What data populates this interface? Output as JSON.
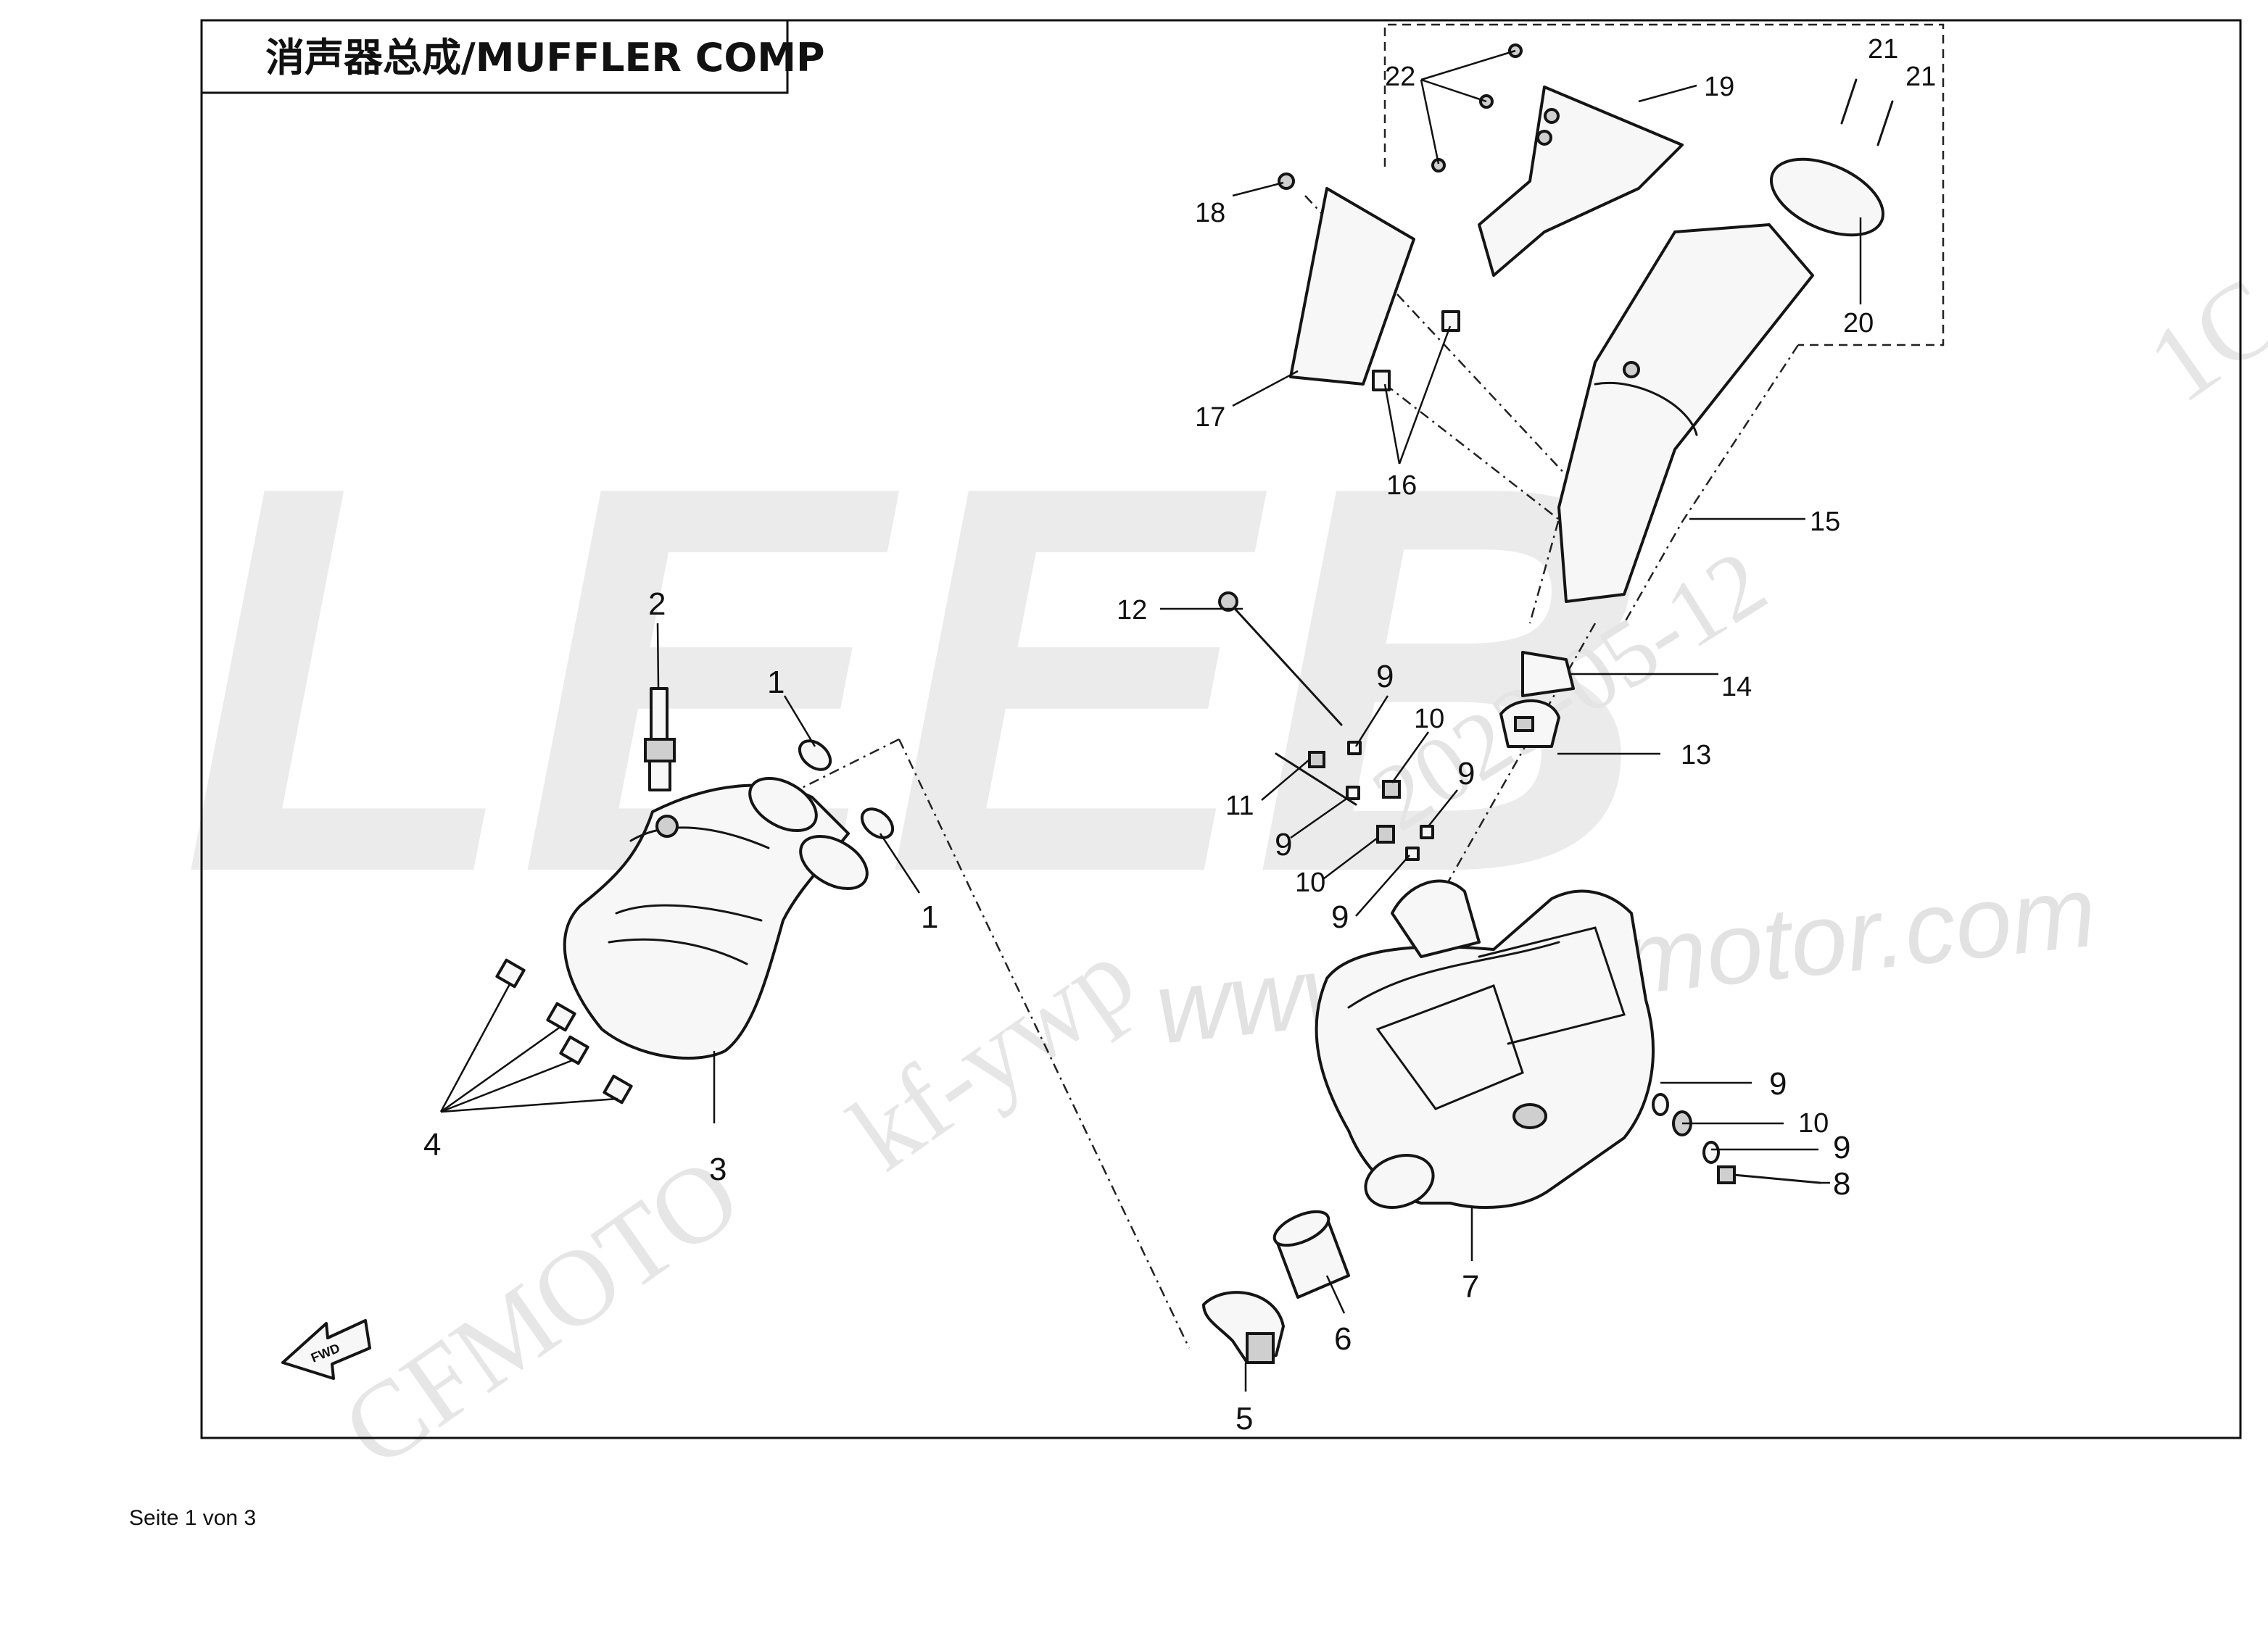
{
  "title": "消声器总成/MUFFLER COMP",
  "watermarks": {
    "brand_logo": "LEEB",
    "maker": "CFMOTO",
    "code": "kf-ywp",
    "url": "www.leeb-motor.com",
    "date": "2023-05-12",
    "corner": "1C"
  },
  "front_indicator": "FWD",
  "callouts": {
    "c1a": "1",
    "c1b": "1",
    "c2": "2",
    "c3": "3",
    "c4": "4",
    "c5": "5",
    "c6": "6",
    "c7": "7",
    "c8": "8",
    "c9a": "9",
    "c9b": "9",
    "c9c": "9",
    "c9d": "9",
    "c9e": "9",
    "c9f": "9",
    "c10a": "10",
    "c10b": "10",
    "c10c": "10",
    "c11": "11",
    "c12": "12",
    "c13": "13",
    "c14": "14",
    "c15": "15",
    "c16": "16",
    "c17": "17",
    "c18": "18",
    "c19": "19",
    "c20": "20",
    "c21a": "21",
    "c21b": "21",
    "c22": "22"
  },
  "footer": "Seite 1 von 3"
}
